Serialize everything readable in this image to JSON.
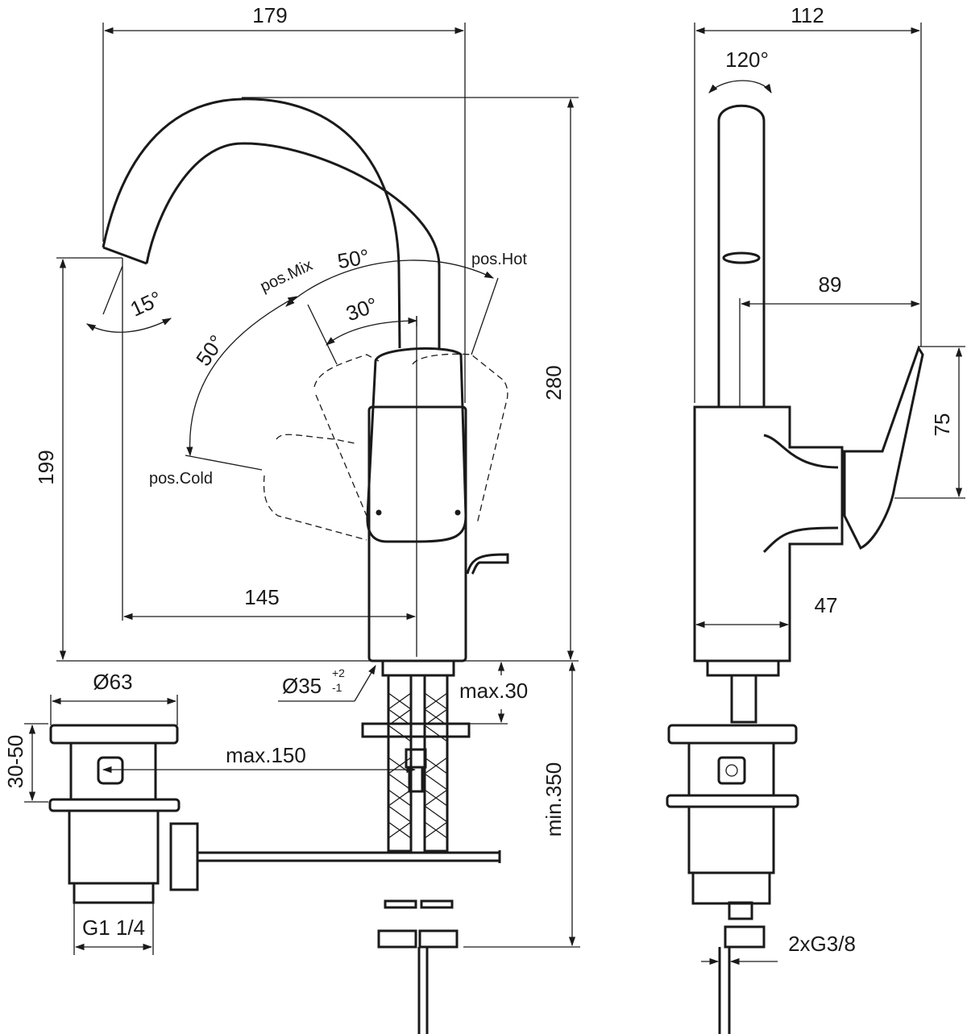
{
  "front_view": {
    "width_overall": "179",
    "height_overall": "280",
    "spout_height": "199",
    "spout_reach": "145",
    "angle_spout": "15°",
    "angle_hot": "50°",
    "angle_mix": "30°",
    "angle_cold": "50°",
    "pos_mix": "pos.Mix",
    "pos_hot": "pos.Hot",
    "pos_cold": "pos.Cold",
    "hole_diameter": "Ø35",
    "hole_tol_plus": "+2",
    "hole_tol_minus": "-1",
    "deck_thickness": "max.30",
    "pipe_length": "min.350",
    "waste_distance": "max.150"
  },
  "waste_view": {
    "diameter": "Ø63",
    "height_range": "30-50",
    "thread": "G1 1/4"
  },
  "side_view": {
    "width_overall": "112",
    "swivel_angle": "120°",
    "spout_projection": "89",
    "lever_height": "75",
    "body_depth": "47",
    "connection_thread": "2xG3/8"
  },
  "colors": {
    "line": "#1a1a1a",
    "background": "#ffffff"
  }
}
